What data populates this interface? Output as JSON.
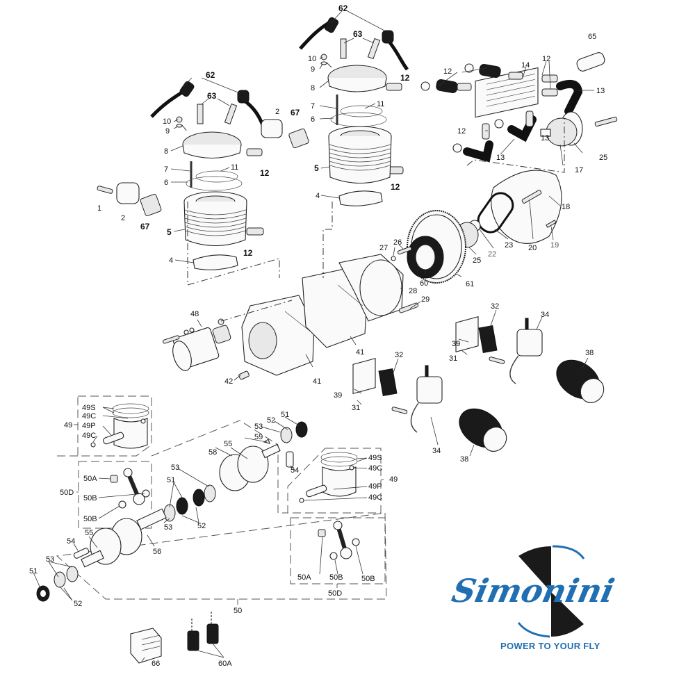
{
  "diagram": {
    "title": "Simonini twin-cylinder engine exploded parts diagram",
    "callouts": {
      "c1": "1",
      "c2a": "2",
      "c2b": "2",
      "c4a": "4",
      "c4b": "4",
      "c5a": "5",
      "c5b": "5",
      "c6a": "6",
      "c6b": "6",
      "c7a": "7",
      "c7b": "7",
      "c8a": "8",
      "c8b": "8",
      "c9a": "9",
      "c9b": "9",
      "c10a": "10",
      "c10b": "10",
      "c11a": "11",
      "c11b": "11",
      "c12a": "12",
      "c12b": "12",
      "c12c": "12",
      "c12d": "12",
      "c12e": "12",
      "c12f": "12",
      "c12g": "12",
      "c13a": "13",
      "c13b": "13",
      "c13c": "13",
      "c14": "14",
      "c17": "17",
      "c18": "18",
      "c19": "19",
      "c20": "20",
      "c22": "22",
      "c23": "23",
      "c25a": "25",
      "c25b": "25",
      "c26": "26",
      "c27": "27",
      "c28": "28",
      "c29": "29",
      "c31a": "31",
      "c31b": "31",
      "c32a": "32",
      "c32b": "32",
      "c34a": "34",
      "c34b": "34",
      "c38a": "38",
      "c38b": "38",
      "c39a": "39",
      "c39b": "39",
      "c41a": "41",
      "c41b": "41",
      "c42": "42",
      "c48": "48",
      "c49a": "49",
      "c49b": "49",
      "c49Sa": "49S",
      "c49Ca1": "49C",
      "c49Pa": "49P",
      "c49Ca2": "49C",
      "c49Sb": "49S",
      "c49Cb1": "49C",
      "c49Pb": "49P",
      "c49Cb2": "49C",
      "c50": "50",
      "c50Aa": "50A",
      "c50Ba1": "50B",
      "c50Ba2": "50B",
      "c50Da": "50D",
      "c50Ab": "50A",
      "c50Bb1": "50B",
      "c50Bb2": "50B",
      "c50Db": "50D",
      "c51a": "51",
      "c51b": "51",
      "c51c": "51",
      "c52a": "52",
      "c52b": "52",
      "c52c": "52",
      "c53a": "53",
      "c53b": "53",
      "c53c": "53",
      "c53d": "53",
      "c54a": "54",
      "c54b": "54",
      "c55a": "55",
      "c55b": "55",
      "c56": "56",
      "c58": "58",
      "c59": "59",
      "c60": "60",
      "c60A": "60A",
      "c61": "61",
      "c62a": "62",
      "c62b": "62",
      "c63a": "63",
      "c63b": "63",
      "c65": "65",
      "c66": "66",
      "c67a": "67",
      "c67b": "67"
    }
  },
  "logo": {
    "brand": "Simonini",
    "tagline": "POWER TO YOUR FLY",
    "colors": {
      "blue": "#1f6fb2",
      "black": "#1a1a1a"
    }
  }
}
